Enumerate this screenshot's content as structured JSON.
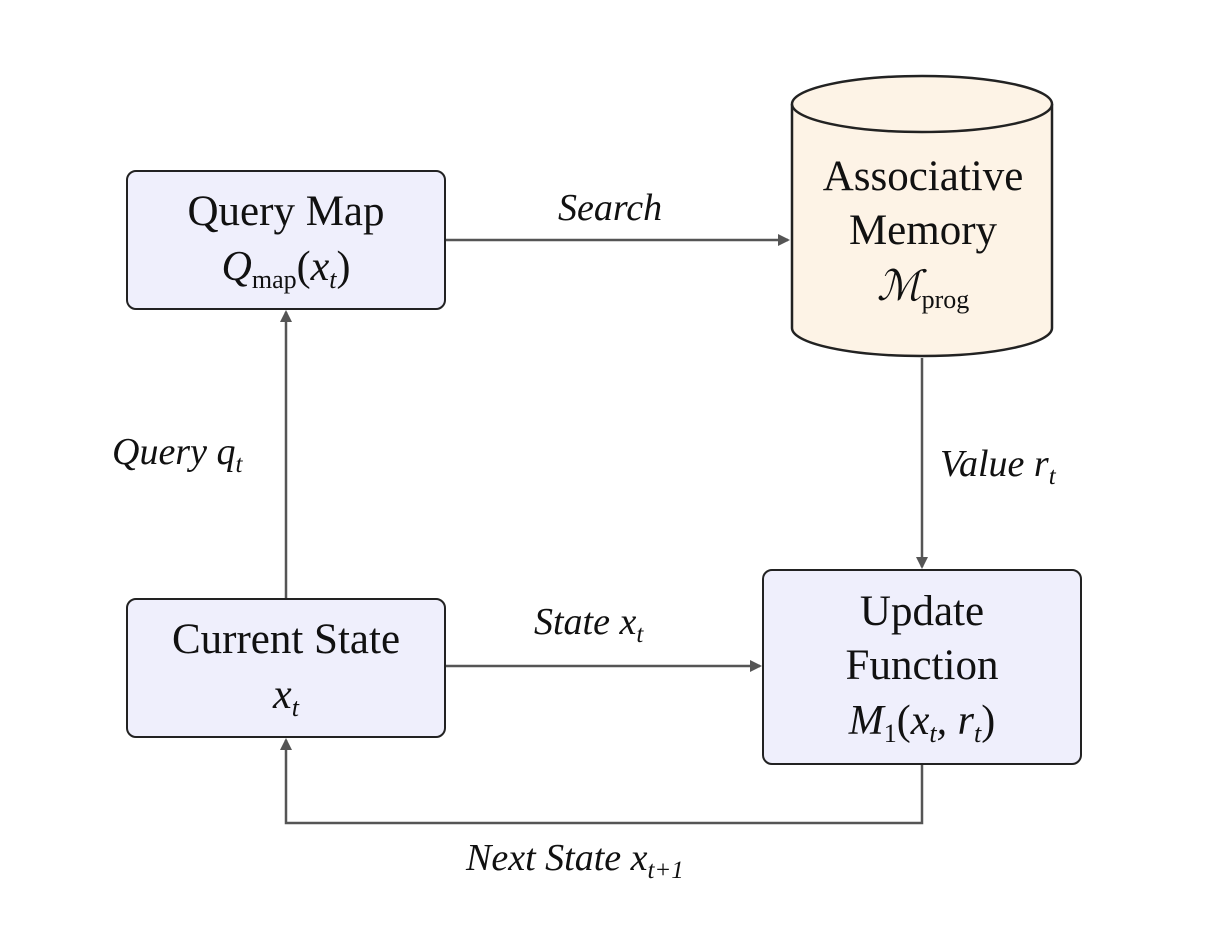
{
  "nodes": {
    "query_map": {
      "title": "Query Map",
      "math_symbol": "Q",
      "math_sub": "map",
      "math_arg": "(x",
      "math_arg_sub": "t",
      "math_close": ")"
    },
    "memory": {
      "title_line1": "Associative",
      "title_line2": "Memory",
      "math_symbol": "ℳ",
      "math_sub": "prog"
    },
    "current_state": {
      "title": "Current State",
      "math_symbol": "x",
      "math_sub": "t"
    },
    "update_function": {
      "title_line1": "Update",
      "title_line2": "Function",
      "math_symbol": "M",
      "math_sub": "1",
      "math_args": "(x",
      "math_arg_sub1": "t",
      "math_mid": ", r",
      "math_arg_sub2": "t",
      "math_close": ")"
    }
  },
  "edges": {
    "search": {
      "label": "Search"
    },
    "query": {
      "label": "Query q",
      "sub": "t"
    },
    "value": {
      "label": "Value r",
      "sub": "t"
    },
    "state": {
      "label": "State x",
      "sub": "t"
    },
    "next_state": {
      "label": "Next State x",
      "sub": "t+1"
    }
  },
  "colors": {
    "box_fill": "#efeffc",
    "cylinder_fill": "#fdf3e6",
    "stroke": "#222222",
    "arrow": "#555555"
  }
}
